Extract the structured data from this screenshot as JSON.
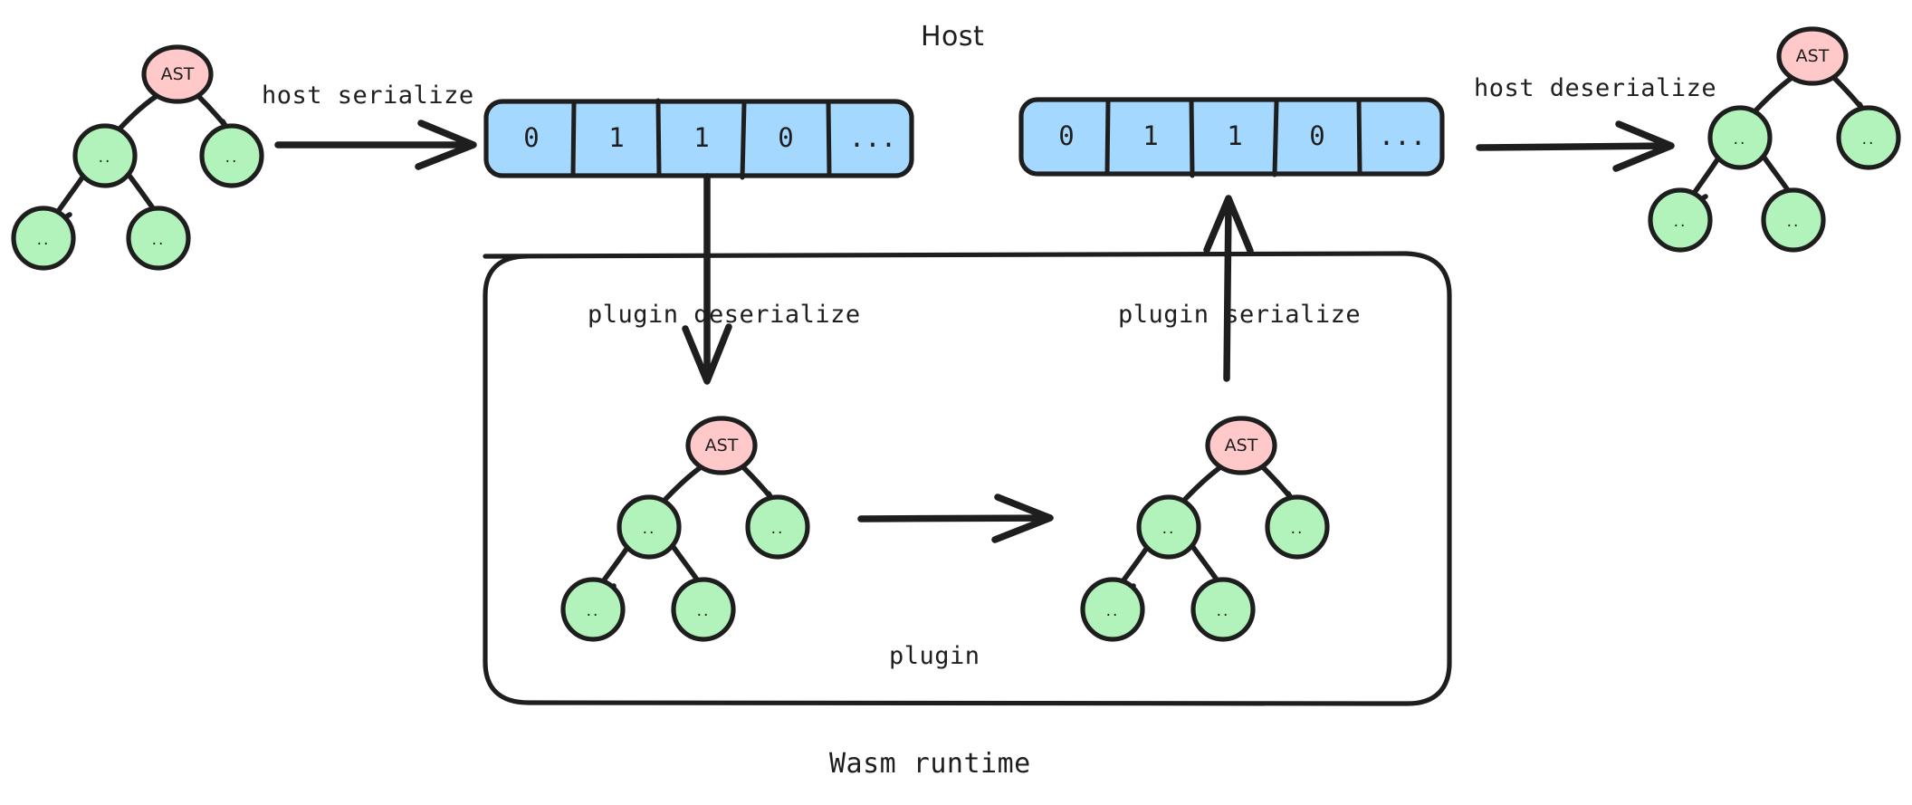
{
  "diagram": {
    "title": "Host",
    "runtime_label": "Wasm runtime",
    "plugin_label": "plugin"
  },
  "labels": {
    "host_serialize": "host serialize",
    "host_deserialize": "host deserialize",
    "plugin_deserialize": "plugin deserialize",
    "plugin_serialize": "plugin serialize"
  },
  "byte_arrays": [
    {
      "name": "serialized-buffer-left",
      "cells": [
        "0",
        "1",
        "1",
        "0",
        "..."
      ]
    },
    {
      "name": "serialized-buffer-right",
      "cells": [
        "0",
        "1",
        "1",
        "0",
        "..."
      ]
    }
  ],
  "trees": [
    {
      "name": "host-input-ast",
      "root_label": "AST",
      "child_labels": [
        "..",
        "..",
        "..",
        ".."
      ]
    },
    {
      "name": "plugin-input-ast",
      "root_label": "AST",
      "child_labels": [
        "..",
        "..",
        "..",
        ".."
      ]
    },
    {
      "name": "plugin-output-ast",
      "root_label": "AST",
      "child_labels": [
        "..",
        "..",
        "..",
        ".."
      ]
    },
    {
      "name": "host-output-ast",
      "root_label": "AST",
      "child_labels": [
        "..",
        "..",
        "..",
        ".."
      ]
    }
  ],
  "colors": {
    "ast_node_fill": "#ffc9c9",
    "child_node_fill": "#b2f2bb",
    "buffer_fill": "#a5d8ff",
    "stroke": "#1e1e1e",
    "background": "#ffffff"
  }
}
